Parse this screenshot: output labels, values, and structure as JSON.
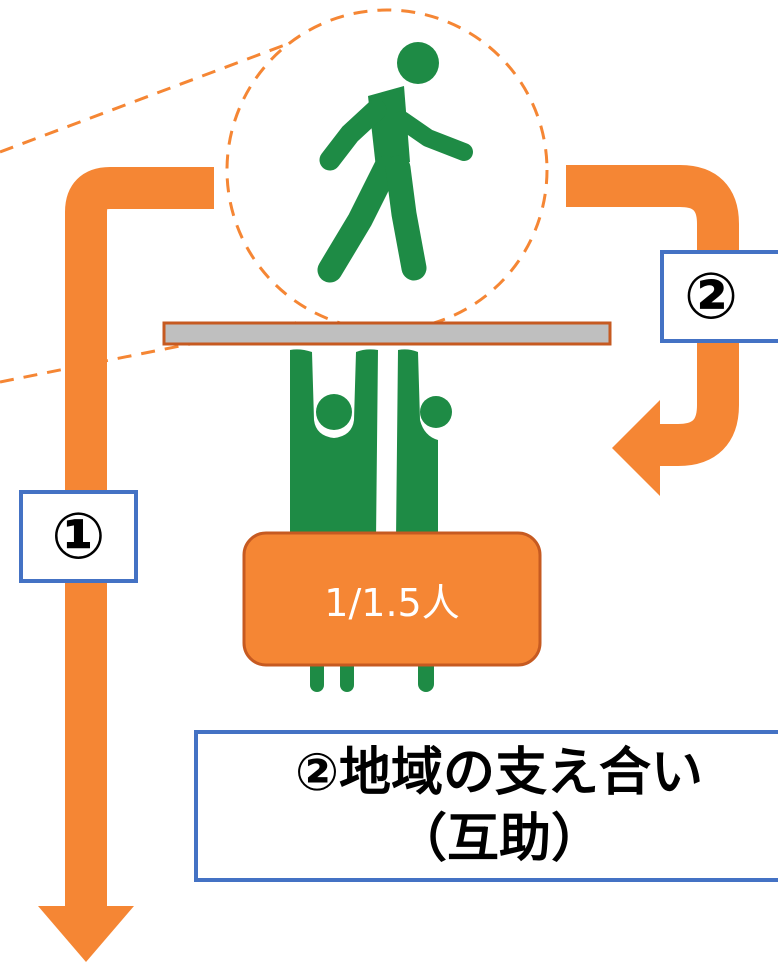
{
  "labels": {
    "flow_1": "①",
    "flow_2": "②"
  },
  "ratio_box": {
    "text": "1/1.5人"
  },
  "caption": {
    "line1": "②地域の支え合い",
    "line2": "（互助）"
  },
  "colors": {
    "arrow": "#F58634",
    "figure": "#1E8B45",
    "label_border": "#4472C4",
    "board": "#BFBFBF",
    "board_border": "#C65A21",
    "ratio_box_fill": "#F58634",
    "ratio_box_border": "#C65A21"
  },
  "icons": [
    "walking-person-icon",
    "supporter-icon",
    "supporter-icon"
  ]
}
